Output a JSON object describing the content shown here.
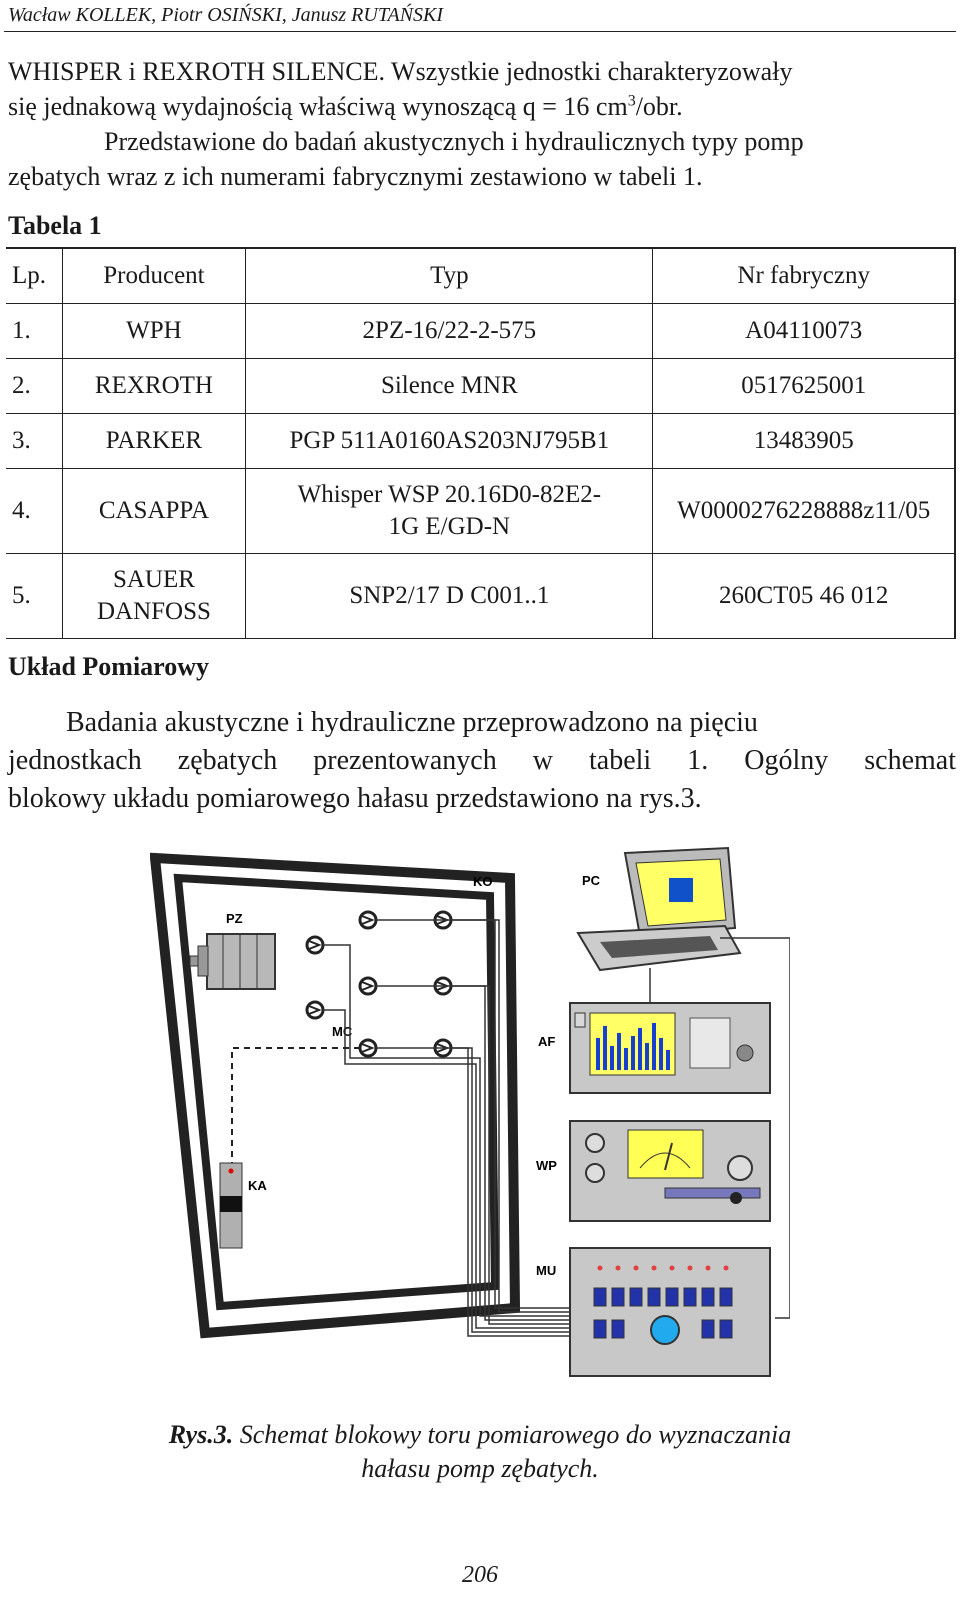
{
  "header": {
    "authors": "Wacław KOLLEK, Piotr OSIŃSKI, Janusz RUTAŃSKI"
  },
  "intro": {
    "line1": "WHISPER i REXROTH  SILENCE. Wszystkie jednostki charakteryzowały",
    "line2_pre": "się jednakową wydajnością właściwą wynoszącą q = 16 cm",
    "line2_sup": "3",
    "line2_post": "/obr.",
    "para2_line1": "Przedstawione do badań akustycznych i hydraulicznych typy pomp",
    "para2_line2": "zębatych wraz z ich numerami fabrycznymi zestawiono w tabeli 1."
  },
  "table": {
    "title": "Tabela 1",
    "headers": {
      "lp": "Lp.",
      "producer": "Producent",
      "type": "Typ",
      "serial": "Nr fabryczny"
    },
    "rows": [
      {
        "lp": "1.",
        "producer": "WPH",
        "type": "2PZ-16/22-2-575",
        "serial": "A04110073"
      },
      {
        "lp": "2.",
        "producer": "REXROTH",
        "type": "Silence MNR",
        "serial": "0517625001"
      },
      {
        "lp": "3.",
        "producer": "PARKER",
        "type": "PGP 511A0160AS203NJ795B1",
        "serial": "13483905"
      },
      {
        "lp": "4.",
        "producer": "CASAPPA",
        "type_l1": "Whisper WSP 20.16D0-82E2-",
        "type_l2": "1G E/GD-N",
        "serial": "W0000276228888z11/05"
      },
      {
        "lp": "5.",
        "producer_l1": "SAUER",
        "producer_l2": "DANFOSS",
        "type": "SNP2/17 D C001..1",
        "serial": "260CT05 46 012"
      }
    ]
  },
  "section": {
    "title": "Układ Pomiarowy",
    "body_l1": "Badania akustyczne i hydrauliczne przeprowadzono na pięciu",
    "body_l2": "jednostkach zębatych prezentowanych w tabeli 1. Ogólny schemat",
    "body_l3": "blokowy układu pomiarowego hałasu przedstawiono na rys.3."
  },
  "figure": {
    "labels": {
      "ko": "KO",
      "pc": "PC",
      "pz": "PZ",
      "mc": "MC",
      "af": "AF",
      "wp": "WP",
      "ka": "KA",
      "mu": "MU"
    },
    "colors": {
      "screen_yellow": "#ffff66",
      "screen_blue": "#1050c8",
      "bars": "#1840d0",
      "device_gray": "#c8c8c8",
      "wp_yellow": "#ffff55"
    }
  },
  "caption": {
    "label": "Rys.3.",
    "text_l1": " Schemat blokowy toru pomiarowego do wyznaczania",
    "text_l2": "hałasu pomp zębatych."
  },
  "page_number": "206"
}
